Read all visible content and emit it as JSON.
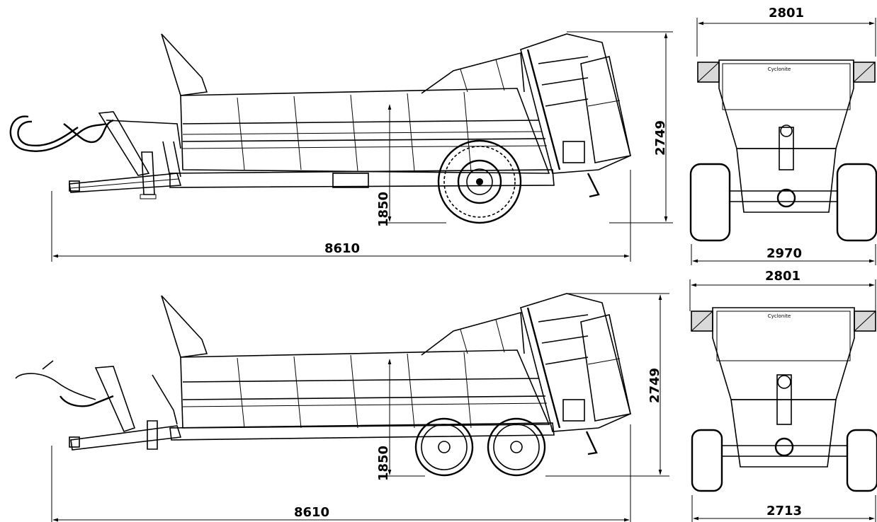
{
  "views": {
    "side_single_axle": {
      "length_label": "8610",
      "height_label": "2749",
      "clearance_label": "1850"
    },
    "rear_single_axle": {
      "top_width_label": "2801",
      "wheel_width_label": "2970",
      "brand_mark": "Cyclonite"
    },
    "side_tandem_axle": {
      "length_label": "8610",
      "height_label": "2749",
      "clearance_label": "1850"
    },
    "rear_tandem_axle": {
      "top_width_label": "2801",
      "wheel_width_label": "2713",
      "brand_mark": "Cyclonite"
    }
  },
  "colors": {
    "line": "#000000",
    "background": "#ffffff",
    "fill": "#d9d9d9"
  }
}
